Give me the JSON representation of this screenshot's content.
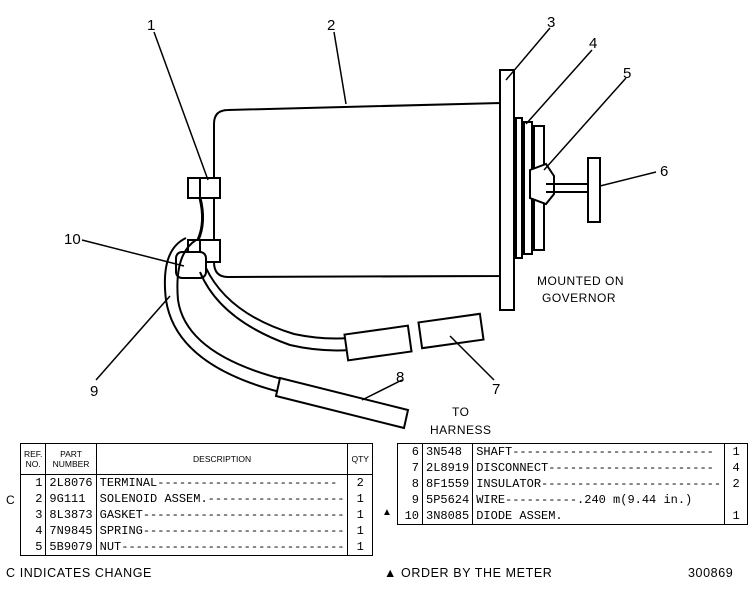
{
  "callouts": [
    "1",
    "2",
    "3",
    "4",
    "5",
    "6",
    "7",
    "8",
    "9",
    "10"
  ],
  "notes": {
    "mounted": [
      "MOUNTED ON",
      "GOVERNOR"
    ],
    "harness": [
      "TO",
      "HARNESS"
    ]
  },
  "table_headers": {
    "ref": [
      "REF.",
      "NO."
    ],
    "part": [
      "PART",
      "NUMBER"
    ],
    "description": "DESCRIPTION",
    "qty": "QTY"
  },
  "left_parts": [
    {
      "ref": "1",
      "part": "2L8076",
      "description": "TERMINAL-------------------------",
      "qty": "2"
    },
    {
      "ref": "2",
      "part": "9G111",
      "description": "SOLENOID ASSEM.-------------------",
      "qty": "1"
    },
    {
      "ref": "3",
      "part": "8L3873",
      "description": "GASKET----------------------------",
      "qty": "1"
    },
    {
      "ref": "4",
      "part": "7N9845",
      "description": "SPRING----------------------------",
      "qty": "1"
    },
    {
      "ref": "5",
      "part": "5B9079",
      "description": "NUT-------------------------------",
      "qty": "1"
    }
  ],
  "right_parts": [
    {
      "ref": "6",
      "part": "3N548",
      "description": "SHAFT----------------------------",
      "qty": "1"
    },
    {
      "ref": "7",
      "part": "2L8919",
      "description": "DISCONNECT-----------------------",
      "qty": "4"
    },
    {
      "ref": "8",
      "part": "8F1559",
      "description": "INSULATOR-------------------------",
      "qty": "2"
    },
    {
      "ref": "9",
      "part": "5P5624",
      "description": "WIRE----------.240 m(9.44 in.)",
      "qty": ""
    },
    {
      "ref": "10",
      "part": "3N8085",
      "description": "DIODE ASSEM.",
      "qty": "1"
    }
  ],
  "markers": {
    "change": "C",
    "meter": "▲"
  },
  "footer": {
    "change_note": "C INDICATES CHANGE",
    "meter_note": "▲ ORDER BY THE METER",
    "drawing_number": "300869"
  }
}
